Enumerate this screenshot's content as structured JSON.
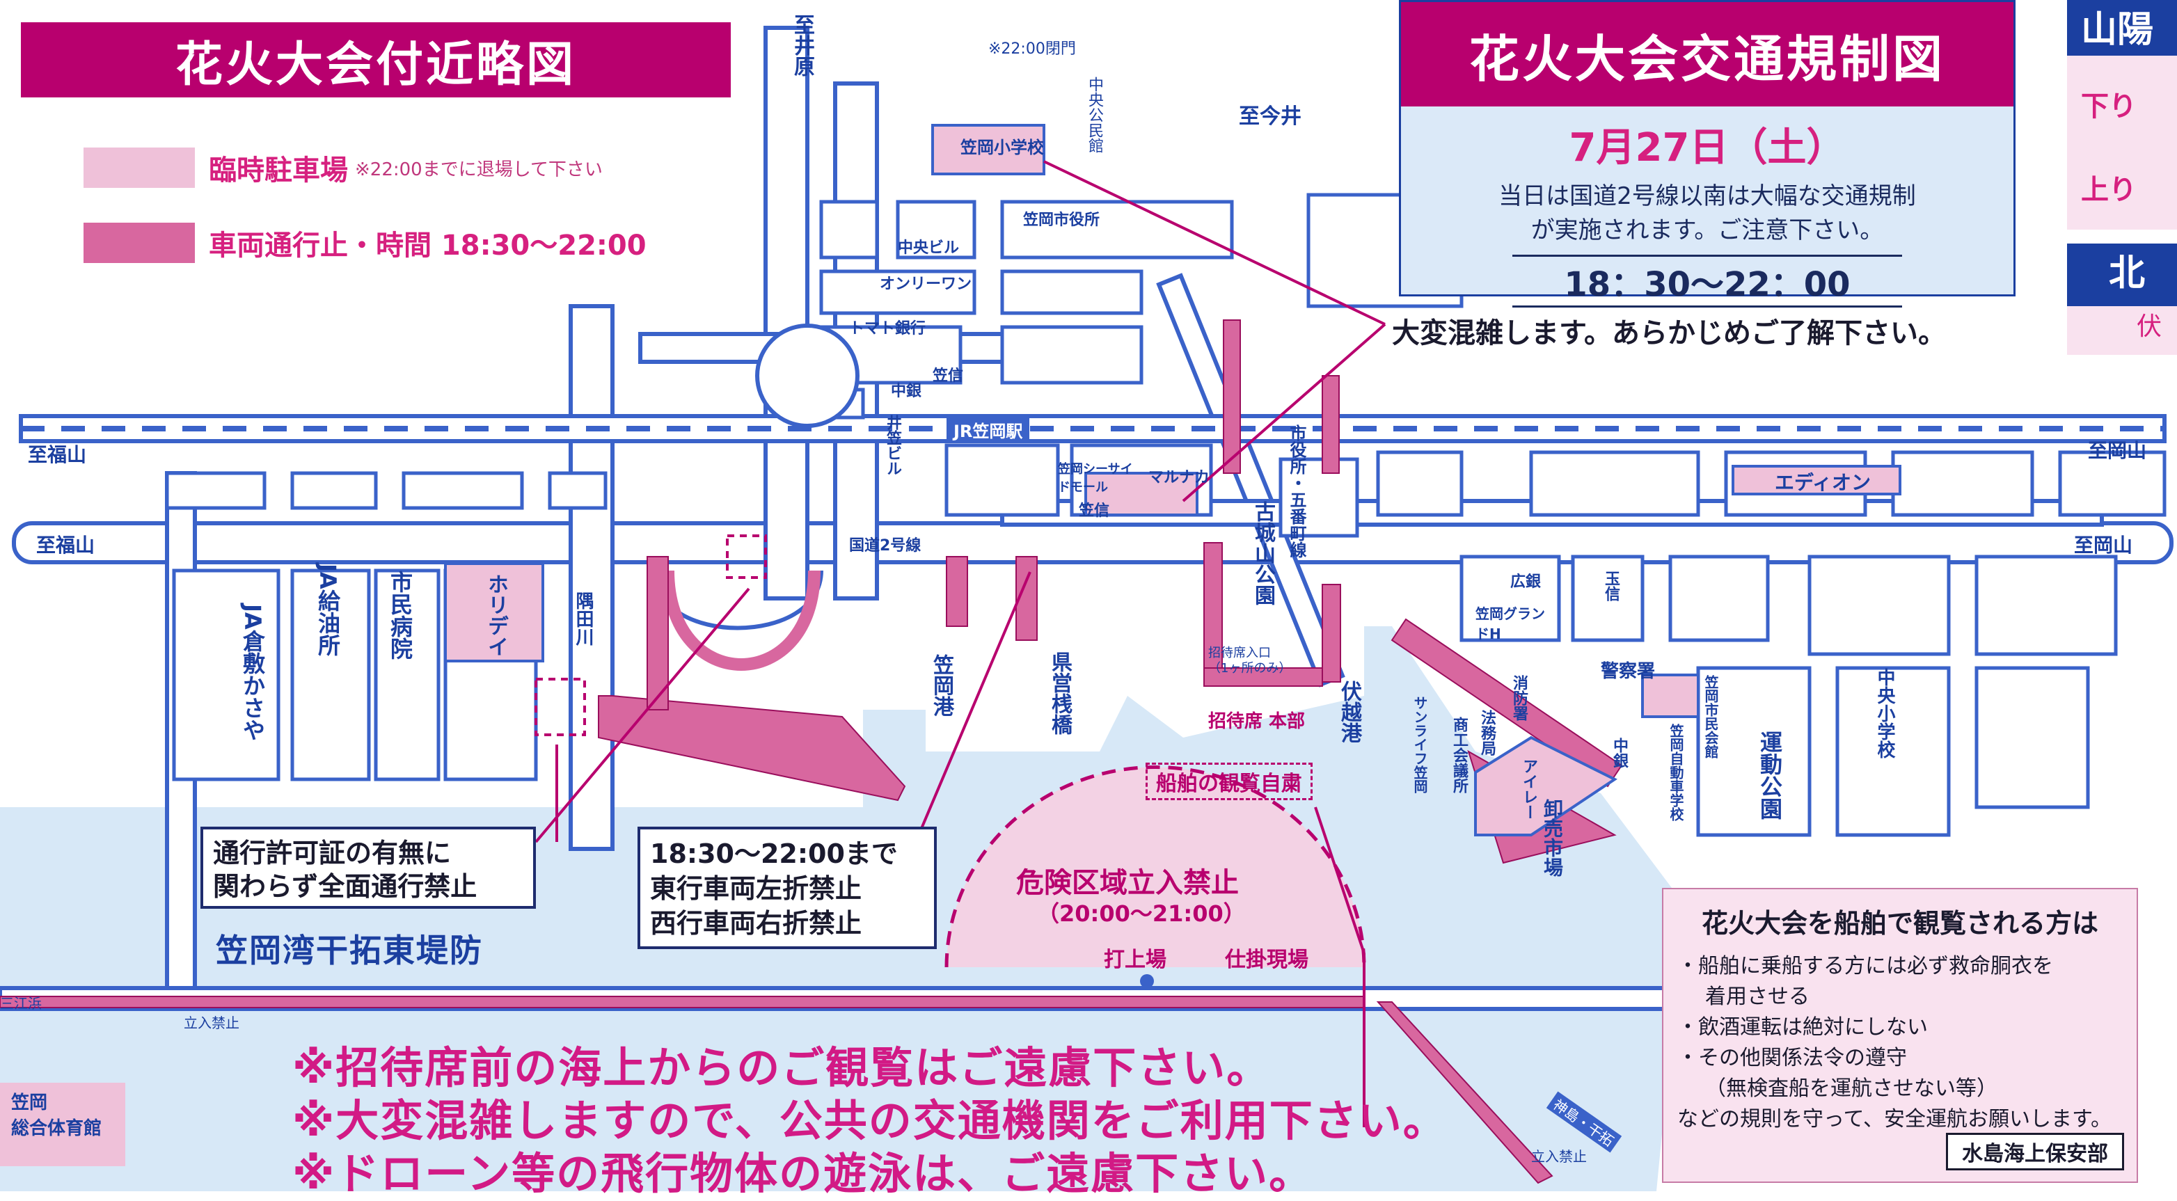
{
  "map_title": "花火大会付近略図",
  "legend": {
    "parking_label": "臨時駐車場",
    "parking_note": "※22:00までに退場して下さい",
    "closure_label": "車両通行止・時間 18:30〜22:00"
  },
  "traffic_panel": {
    "title": "花火大会交通規制図",
    "date": "7月27日（土）",
    "desc_line1": "当日は国道2号線以南は大幅な交通規制",
    "desc_line2": "が実施されます。ご注意下さい。",
    "time": "18：30〜22：00"
  },
  "side_tabs": {
    "sanyo": "山陽",
    "down": "下り",
    "up": "上り",
    "kita": "北",
    "fushi": "伏"
  },
  "crowd_warning": "大変混雑します。あらかじめご了解下さい。",
  "places": {
    "to_ibara": "至井原",
    "to_imai": "至今井",
    "gate_time": "※22:00閉門",
    "kasaoka_school": "笠岡小学校",
    "civic_hall": "中央公民館",
    "city_hall": "笠岡市役所",
    "chuo_bldg": "中央ビル",
    "only_one": "オンリーワン",
    "tomato_bank": "トマト銀行",
    "chugin": "中銀",
    "kasashin": "笠信",
    "ikasa_bldg": "井笠ビル",
    "jr_station": "JR笠岡駅",
    "to_fukuyama_1": "至福山",
    "to_fukuyama_2": "至福山",
    "to_okayama_1": "至岡山",
    "to_okayama_2": "至岡山",
    "seaside_mall": "笠岡シーサイドモール",
    "marunaka": "マルナカ",
    "kasashin2": "笠信",
    "edion": "エディオン",
    "route2": "国道2号線",
    "kojoyama": "古城山公園",
    "shiyakusho_road": "市役所・五番町線",
    "ja_kurashiki": "JA倉敷かさや",
    "ja_gas": "JA給油所",
    "hospital": "市民病院",
    "holiday": "ホリデイ",
    "suda_river": "隅田川",
    "port": "笠岡港",
    "pier": "県営桟橋",
    "invite_entry": "招待席入口",
    "invite_entry_note": "（1ヶ所のみ）",
    "invite_hq": "招待席 本部",
    "fushigoe": "伏越港",
    "hiroshin": "広銀",
    "tamashin": "玉信",
    "grand_h": "笠岡グランドH",
    "police": "警察署",
    "fire": "消防署",
    "tax": "法務局",
    "chamber": "商工会議所",
    "sunlife": "サンライフ笠岡",
    "alley": "アイレー",
    "chugin2": "中銀",
    "market": "卸売市場",
    "civic_center": "笠岡市民会館",
    "driving_school": "笠岡自動車学校",
    "undo_park": "運動公園",
    "chuo_es": "中央小学校",
    "seawall": "笠岡湾干拓東堤防",
    "boat_self": "船舶の観覧自粛",
    "danger": "危険区域立入禁止",
    "danger_time": "（20:00〜21:00）",
    "launch": "打上場",
    "setup": "仕掛現場",
    "no_entry_1": "立入禁止",
    "no_entry_2": "立入禁止",
    "edge_left": "三江浜",
    "gym_line1": "笠岡",
    "gym_line2": "総合体育館",
    "road_tag": "神島・干拓"
  },
  "callouts": {
    "permit_line1": "通行許可証の有無に",
    "permit_line2": "関わらず全面通行禁止",
    "turn_line1": "18:30〜22:00まで",
    "turn_line2": "東行車両左折禁止",
    "turn_line3": "西行車両右折禁止"
  },
  "warnings": [
    "※招待席前の海上からのご観覧はご遠慮下さい。",
    "※大変混雑しますので、公共の交通機関をご利用下さい。",
    "※ドローン等の飛行物体の遊泳は、ご遠慮下さい。"
  ],
  "boat_panel": {
    "title": "花火大会を船舶で観覧される方は",
    "item1_line1": "・船舶に乗船する方には必ず救命胴衣を",
    "item1_line2": "着用させる",
    "item2": "・飲酒運転は絶対にしない",
    "item3_line1": "・その他関係法令の遵守",
    "item3_line2": "（無検査船を運航させない等）",
    "closing": "などの規則を守って、安全運航お願いします。",
    "authority": "水島海上保安部"
  },
  "colors": {
    "magenta": "#b8006e",
    "pink_road": "#d8679f",
    "parking_pink": "#efc1d9",
    "sea": "#d7e8f7",
    "road_outline": "#3a62c9",
    "navy": "#1b3fa0"
  }
}
